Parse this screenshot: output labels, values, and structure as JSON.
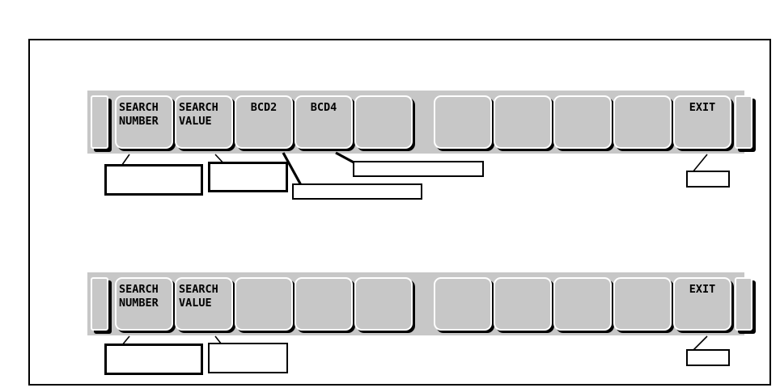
{
  "figure": {
    "title": "Softkey bar diagram",
    "frame_border_color": "#000000",
    "bar_background_color": "#c7c7c7",
    "key_face_color": "#c7c7c7",
    "key_shadow_color": "#000000",
    "key_highlight_color": "#ffffff"
  },
  "toolbars": [
    {
      "id": "softkey-bar-top",
      "name": "upper-softkey-bar",
      "keys": [
        {
          "name": "endcap-left",
          "label": "",
          "type": "endcap"
        },
        {
          "name": "search-number",
          "label": "SEARCH\nNUMBER",
          "type": "key",
          "align": "left"
        },
        {
          "name": "search-value",
          "label": "SEARCH\nVALUE",
          "type": "key",
          "align": "left"
        },
        {
          "name": "bcd2",
          "label": "BCD2",
          "type": "key",
          "align": "center"
        },
        {
          "name": "bcd4",
          "label": "BCD4",
          "type": "key",
          "align": "center"
        },
        {
          "name": "blank-1",
          "label": "",
          "type": "key",
          "align": "center"
        },
        {
          "name": "blank-2",
          "label": "",
          "type": "key",
          "align": "center"
        },
        {
          "name": "blank-3",
          "label": "",
          "type": "key",
          "align": "center"
        },
        {
          "name": "blank-4",
          "label": "",
          "type": "key",
          "align": "center"
        },
        {
          "name": "blank-5",
          "label": "",
          "type": "key",
          "align": "center"
        },
        {
          "name": "exit",
          "label": "EXIT",
          "type": "key",
          "align": "center"
        },
        {
          "name": "endcap-right",
          "label": "",
          "type": "endcap"
        }
      ]
    },
    {
      "id": "softkey-bar-bottom",
      "name": "lower-softkey-bar",
      "keys": [
        {
          "name": "endcap-left",
          "label": "",
          "type": "endcap"
        },
        {
          "name": "search-number",
          "label": "SEARCH\nNUMBER",
          "type": "key",
          "align": "left"
        },
        {
          "name": "search-value",
          "label": "SEARCH\nVALUE",
          "type": "key",
          "align": "left"
        },
        {
          "name": "blank-1",
          "label": "",
          "type": "key",
          "align": "center"
        },
        {
          "name": "blank-2",
          "label": "",
          "type": "key",
          "align": "center"
        },
        {
          "name": "blank-3",
          "label": "",
          "type": "key",
          "align": "center"
        },
        {
          "name": "blank-4",
          "label": "",
          "type": "key",
          "align": "center"
        },
        {
          "name": "blank-5",
          "label": "",
          "type": "key",
          "align": "center"
        },
        {
          "name": "blank-6",
          "label": "",
          "type": "key",
          "align": "center"
        },
        {
          "name": "blank-7",
          "label": "",
          "type": "key",
          "align": "center"
        },
        {
          "name": "exit",
          "label": "EXIT",
          "type": "key",
          "align": "center"
        },
        {
          "name": "endcap-right",
          "label": "",
          "type": "endcap"
        }
      ]
    }
  ],
  "callouts": [
    {
      "name": "callout-upper-search-number",
      "text": ""
    },
    {
      "name": "callout-upper-search-value",
      "text": ""
    },
    {
      "name": "callout-upper-bcd2",
      "text": ""
    },
    {
      "name": "callout-upper-bcd4",
      "text": ""
    },
    {
      "name": "callout-upper-exit",
      "text": ""
    },
    {
      "name": "callout-lower-search-number",
      "text": ""
    },
    {
      "name": "callout-lower-search-value",
      "text": ""
    },
    {
      "name": "callout-lower-exit",
      "text": ""
    }
  ]
}
